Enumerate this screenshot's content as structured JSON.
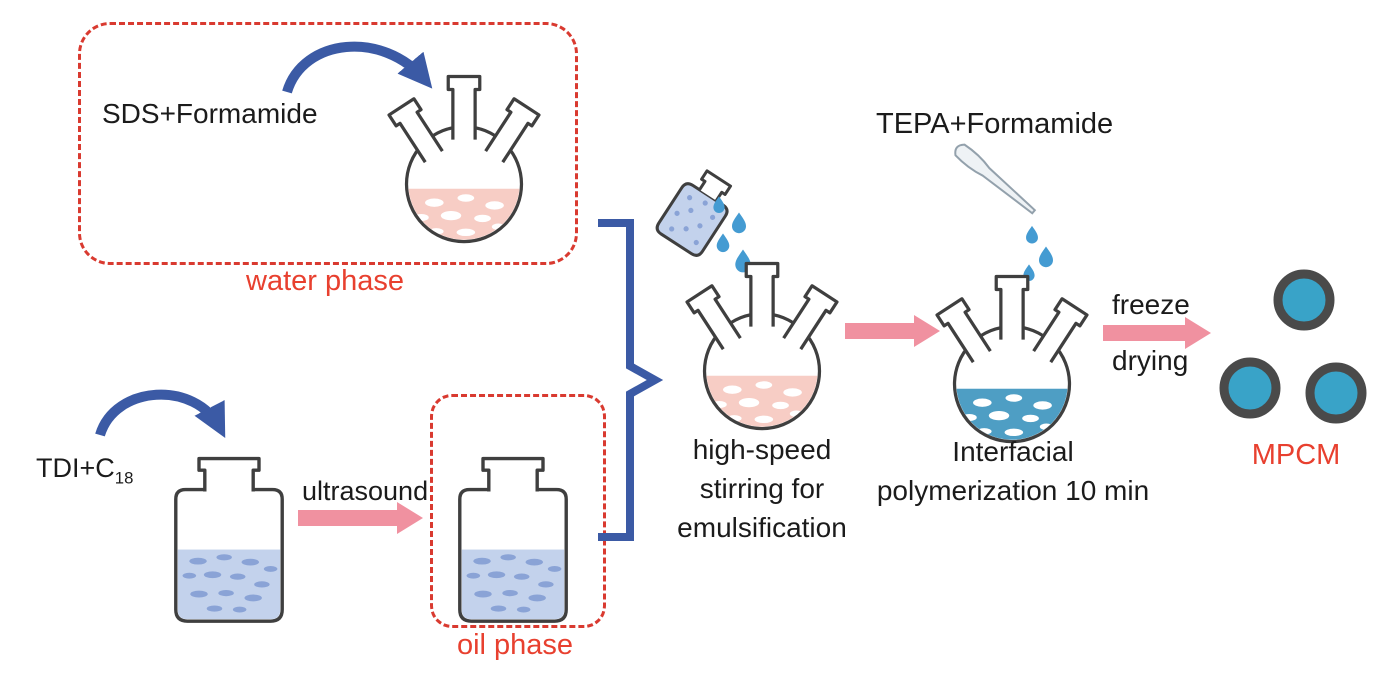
{
  "colors": {
    "ink": "#3f3f3f",
    "red": "#e8402f",
    "dashred": "#d93a30",
    "bluearrow": "#3b5aa5",
    "pinkarrow": "#f091a0",
    "pinkliq": "#f7cdc5",
    "blueliq": "#4e9ec4",
    "bubble": "#ffffff",
    "jliq": "#c3d2ec",
    "jov": "#8aa3d6",
    "drop": "#449bd2",
    "mpcmfill": "#39a3c8",
    "mpcmring": "#4a4a4a"
  },
  "labels": {
    "sds_formamide": "SDS+Formamide",
    "water_phase": "water phase",
    "tdi_prefix": "TDI+C",
    "tdi_subscript": "18",
    "ultrasound": "ultrasound",
    "oil_phase": "oil phase",
    "emulsification_line1": "high-speed",
    "emulsification_line2": "stirring for",
    "emulsification_line3": "emulsification",
    "tepa_formamide": "TEPA+Formamide",
    "polymerization_line1": "Interfacial",
    "polymerization_line2": "polymerization 10 min",
    "freeze_line1": "freeze",
    "freeze_line2": "drying",
    "mpcm": "MPCM"
  }
}
